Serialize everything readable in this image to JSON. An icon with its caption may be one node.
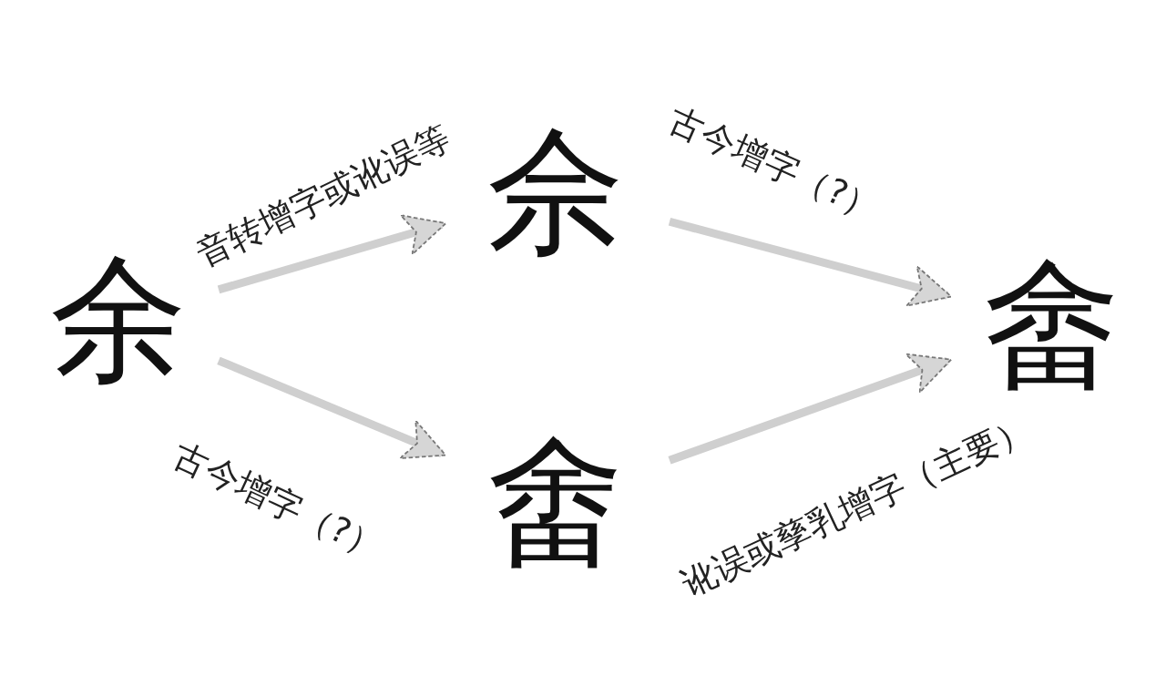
{
  "diagram": {
    "nodes": [
      {
        "text": [
          "余"
        ]
      },
      {
        "text": [
          "佘"
        ]
      },
      {
        "text": [
          "畬"
        ]
      },
      {
        "text": [
          "畲"
        ]
      }
    ],
    "edges": [
      {
        "from": 0,
        "to": 1,
        "arrow": "to",
        "label": "音转增字或讹误等"
      },
      {
        "from": 1,
        "to": 3,
        "arrow": "to",
        "label": "古今增字（?）"
      },
      {
        "from": 0,
        "to": 2,
        "arrow": "to",
        "label": "古今增字（?）"
      },
      {
        "from": 2,
        "to": 3,
        "arrow": "to",
        "label": "讹误或孳乳增字（主要）"
      }
    ]
  }
}
